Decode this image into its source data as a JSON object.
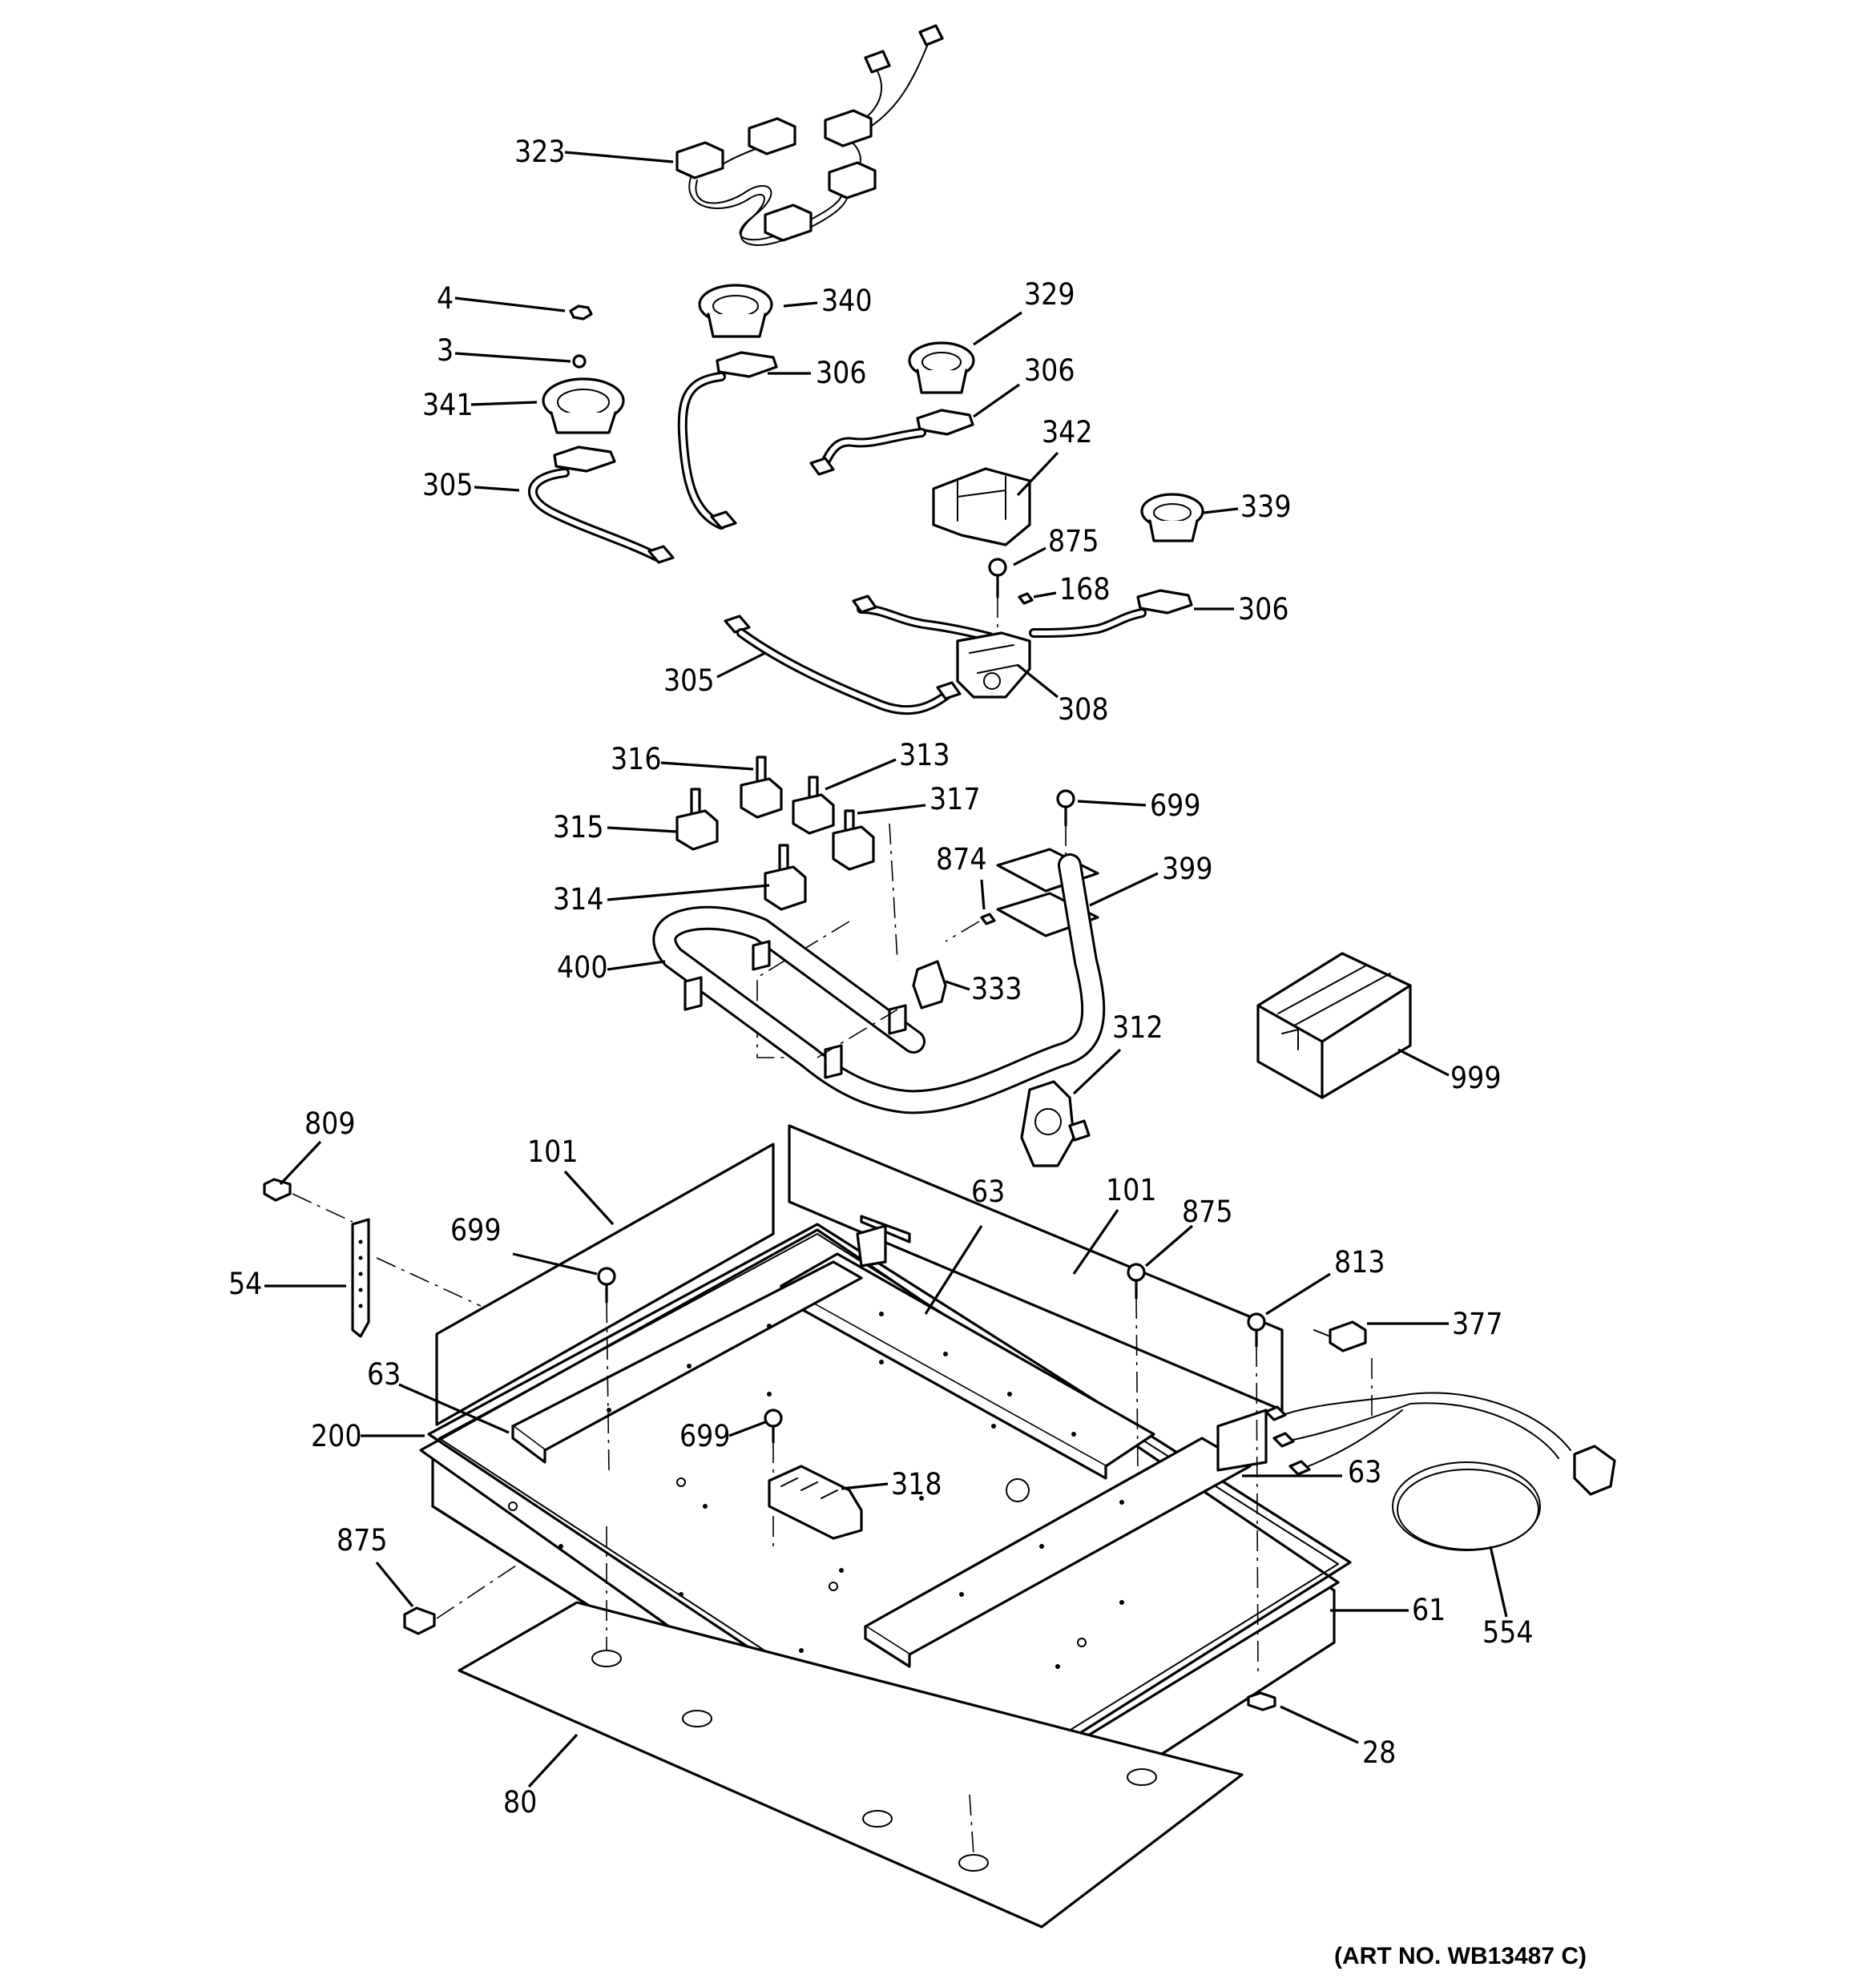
{
  "figure": {
    "art_number": "(ART NO. WB13487 C)"
  },
  "callouts": {
    "c323": "323",
    "c4": "4",
    "c3": "3",
    "c341": "341",
    "c305a": "305",
    "c340": "340",
    "c306a": "306",
    "c329": "329",
    "c306b": "306",
    "c342": "342",
    "c339": "339",
    "c875a": "875",
    "c168": "168",
    "c306c": "306",
    "c305b": "305",
    "c308": "308",
    "c316": "316",
    "c313": "313",
    "c317": "317",
    "c315": "315",
    "c699a": "699",
    "c874": "874",
    "c399": "399",
    "c314": "314",
    "c400": "400",
    "c333": "333",
    "c312": "312",
    "c999": "999",
    "c809": "809",
    "c101a": "101",
    "c63a": "63",
    "c101b": "101",
    "c875b": "875",
    "c699b": "699",
    "c813": "813",
    "c54": "54",
    "c377": "377",
    "c63b": "63",
    "c200": "200",
    "c699c": "699",
    "c318": "318",
    "c63c": "63",
    "c875c": "875",
    "c61": "61",
    "c554": "554",
    "c28": "28",
    "c80": "80"
  }
}
